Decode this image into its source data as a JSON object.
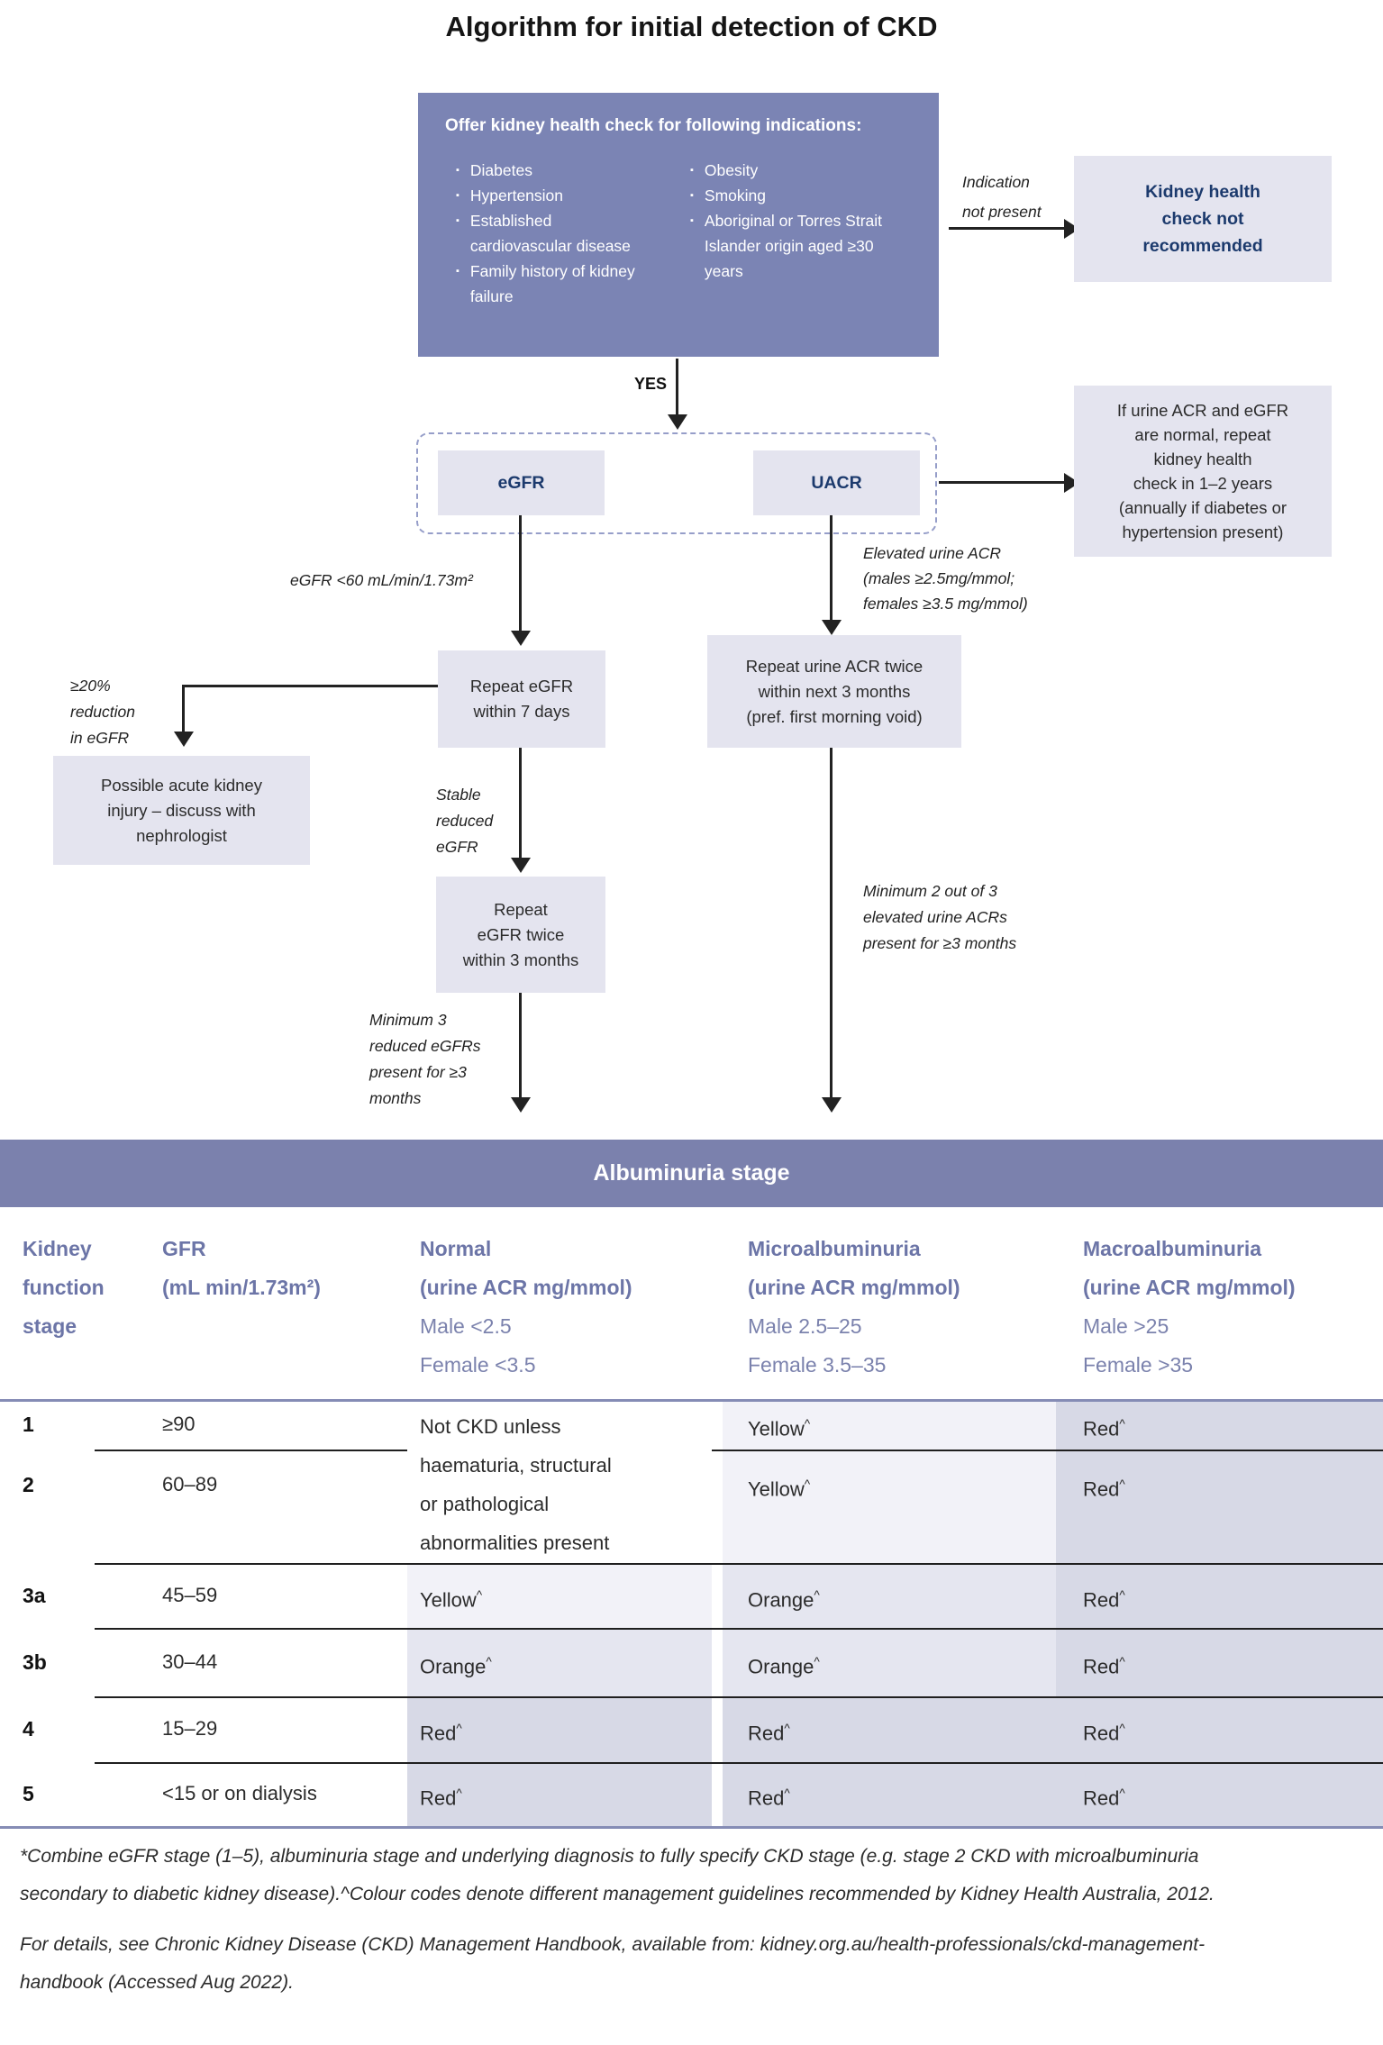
{
  "title": "Algorithm for initial detection of CKD",
  "flowchart": {
    "indications_box": {
      "heading": "Offer kidney health check for following indications:",
      "col1": [
        "Diabetes",
        "Hypertension",
        "Established cardiovascular disease",
        "Family history of kidney failure"
      ],
      "col2": [
        "Obesity",
        "Smoking",
        "Aboriginal or Torres Strait Islander origin aged ≥30 years"
      ]
    },
    "labels": {
      "indication_not_present": "Indication\nnot present",
      "yes": "YES",
      "egfr_low": "eGFR <60 mL/min/1.73m²",
      "elevated_acr": "Elevated urine ACR\n(males ≥2.5mg/mmol;\nfemales ≥3.5 mg/mmol)",
      "reduction": "≥20%\nreduction\nin eGFR",
      "stable": "Stable\nreduced\neGFR",
      "min3": "Minimum 3\nreduced eGFRs\npresent for ≥3\nmonths",
      "min2of3": "Minimum 2 out of 3\nelevated urine ACRs\npresent for ≥3 months"
    },
    "boxes": {
      "not_recommended": "Kidney health\ncheck not\nrecommended",
      "normal_repeat": "If urine ACR and eGFR\nare normal, repeat\nkidney health\ncheck in 1–2 years\n(annually if diabetes or\nhypertension present)",
      "egfr": "eGFR",
      "uacr": "UACR",
      "repeat_egfr_7d": "Repeat eGFR\nwithin 7 days",
      "repeat_acr": "Repeat urine ACR twice\nwithin next 3 months\n(pref. first morning void)",
      "aki": "Possible acute kidney\ninjury – discuss with\nnephrologist",
      "repeat_egfr_3m": "Repeat\neGFR twice\nwithin 3 months"
    }
  },
  "table": {
    "banner": "Albuminuria stage",
    "headers": {
      "stage": "Kidney\nfunction\nstage",
      "gfr": "GFR\n(mL min/1.73m²)",
      "normal": {
        "title": "Normal",
        "sub": "(urine ACR mg/mmol)",
        "male": "Male <2.5",
        "female": "Female <3.5"
      },
      "micro": {
        "title": "Microalbuminuria",
        "sub": "(urine ACR mg/mmol)",
        "male": "Male 2.5–25",
        "female": "Female 3.5–35"
      },
      "macro": {
        "title": "Macroalbuminuria",
        "sub": "(urine ACR mg/mmol)",
        "male": "Male >25",
        "female": "Female >35"
      }
    },
    "merged_cell": "Not CKD unless\nhaematuria, structural\nor pathological\nabnormalities present",
    "rows": [
      {
        "stage": "1",
        "gfr": "≥90",
        "normal": null,
        "micro": "Yellow^",
        "macro": "Red^"
      },
      {
        "stage": "2",
        "gfr": "60–89",
        "normal": null,
        "micro": "Yellow^",
        "macro": "Red^"
      },
      {
        "stage": "3a",
        "gfr": "45–59",
        "normal": "Yellow^",
        "micro": "Orange^",
        "macro": "Red^"
      },
      {
        "stage": "3b",
        "gfr": "30–44",
        "normal": "Orange^",
        "micro": "Orange^",
        "macro": "Red^"
      },
      {
        "stage": "4",
        "gfr": "15–29",
        "normal": "Red^",
        "micro": "Red^",
        "macro": "Red^"
      },
      {
        "stage": "5",
        "gfr": "<15 or on dialysis",
        "normal": "Red^",
        "micro": "Red^",
        "macro": "Red^"
      }
    ]
  },
  "footnotes": [
    "*Combine eGFR stage (1–5), albuminuria stage and underlying diagnosis to fully specify CKD stage (e.g. stage 2 CKD with microalbuminuria secondary to diabetic kidney disease).^Colour codes denote different management guidelines recommended by Kidney Health Australia, 2012.",
    "For details, see Chronic Kidney Disease (CKD) Management Handbook, available from: kidney.org.au/health-professionals/ckd-management-handbook (Accessed Aug 2022)."
  ],
  "colors": {
    "flow_box_purple": "#7b84b4",
    "banner_purple": "#7b81ad",
    "light_box": "#e4e4ef",
    "navy_text": "#1c3a6d",
    "cell_yellow_shade": "#f2f2f8",
    "cell_orange_shade": "#e5e6f0",
    "cell_red_shade": "#d7d9e6"
  }
}
